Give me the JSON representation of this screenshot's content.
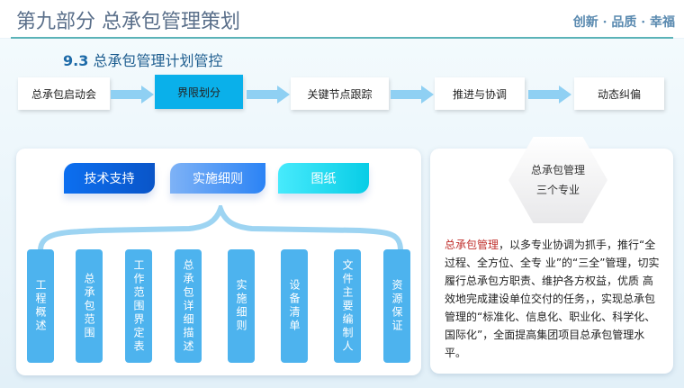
{
  "header": {
    "title": "第九部分 总承包管理策划",
    "slogan": "创新 · 品质 · 幸福"
  },
  "section": {
    "number": "9.3",
    "title": "总承包管理计划管控"
  },
  "flow": [
    {
      "label": "总承包启动会"
    },
    {
      "label": "界限划分",
      "active": true
    },
    {
      "label": "关键节点跟踪"
    },
    {
      "label": "推进与协调"
    },
    {
      "label": "动态纠偏"
    }
  ],
  "tabs": [
    {
      "label": "技术支持"
    },
    {
      "label": "实施细则"
    },
    {
      "label": "图纸"
    }
  ],
  "items": [
    "工程概述",
    "总承包范围",
    "工作范围界定表",
    "总承包详细描述",
    "实施细则",
    "设备清单",
    "文件主要编制人",
    "资源保证"
  ],
  "hex": {
    "line1": "总承包管理",
    "line2": "三个专业"
  },
  "description": {
    "highlight": "总承包管理",
    "text": "，以多专业协调为抓手，推行“全过程、全方位、全专 业”的“三全”管理，切实履行总承包方职责、维护各方权益，优质 高效地完成建设单位交付的任务，，实现总承包管理的“标准化、信息化、职业化、科学化、国际化”，全面提高集团项目总承包管理水平。"
  },
  "colors": {
    "accent": "#0ab0ea",
    "bar": "#4db3ee",
    "highlight": "#c0302c"
  }
}
